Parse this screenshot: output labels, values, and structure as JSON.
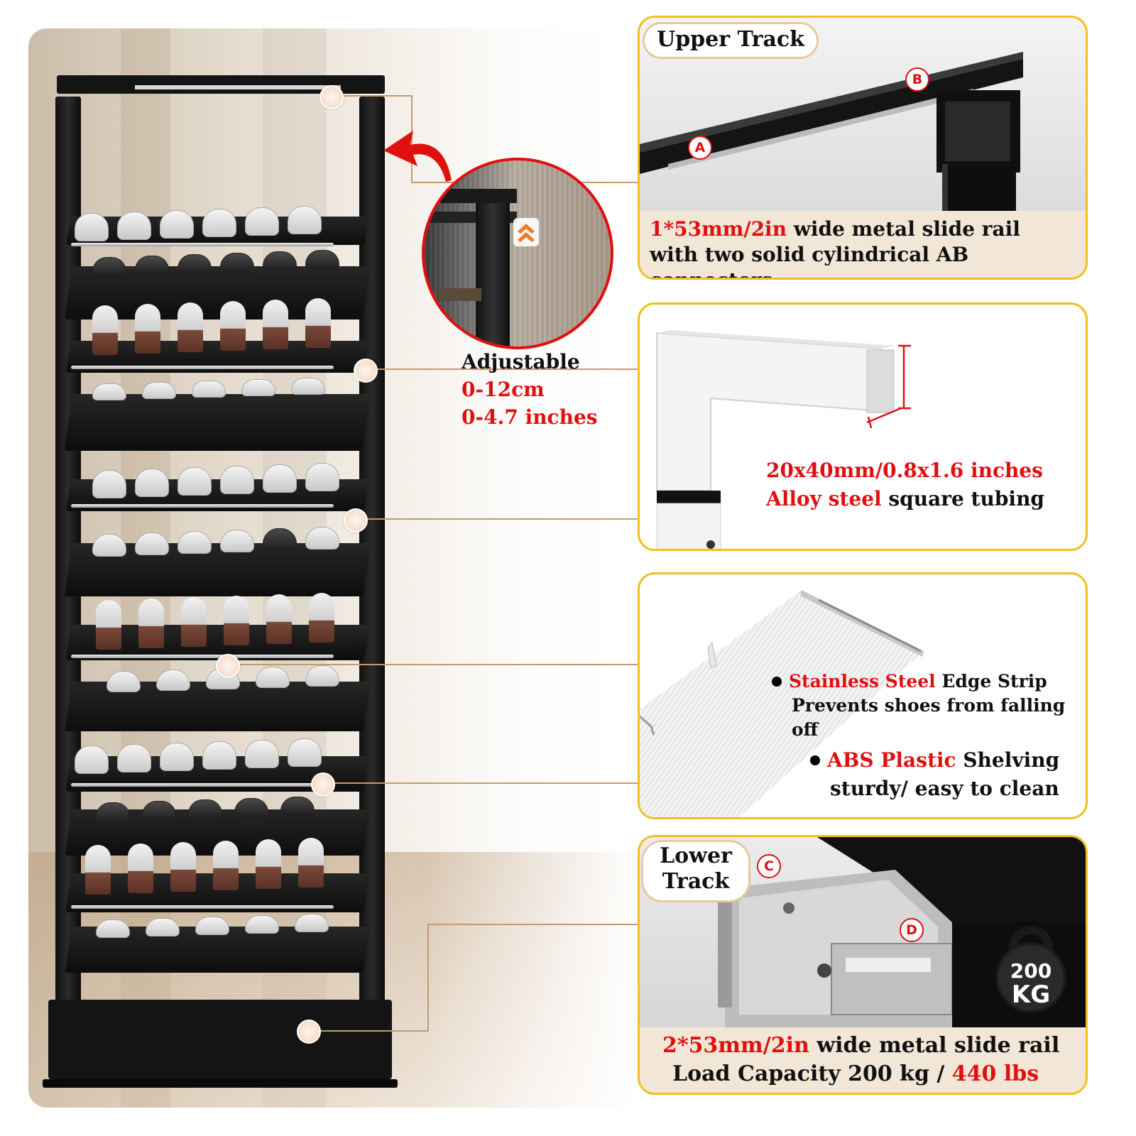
{
  "upper_track": {
    "label": "Upper Track",
    "marker_a": "A",
    "marker_b": "B",
    "caption_red": "1*53mm/2in",
    "caption_line1_rest": " wide metal slide rail",
    "caption_line2": "with two solid cylindrical AB connectors"
  },
  "adjustable": {
    "label": "Adjustable",
    "range_cm": "0-12cm",
    "range_in": "0-4.7 inches"
  },
  "tubing": {
    "dimension": "20x40mm/0.8x1.6 inches",
    "material_red": "Alloy steel",
    "material_rest": " square tubing"
  },
  "shelf": {
    "point1_red": "Stainless Steel",
    "point1_rest": " Edge Strip",
    "point1_line2": "Prevents shoes from falling off",
    "point2_red": "ABS Plastic",
    "point2_rest": " Shelving",
    "point2_line2": "sturdy/ easy to clean"
  },
  "lower_track": {
    "label_line1": "Lower",
    "label_line2": "Track",
    "marker_c": "C",
    "marker_d": "D",
    "weight_value": "200",
    "weight_unit": "KG",
    "caption_red": "2*53mm/2in",
    "caption_line1_rest": " wide metal slide rail",
    "caption_line2_black": "Load Capacity 200 kg / ",
    "caption_line2_red": "440 lbs"
  },
  "colors": {
    "accent_red": "#e01010",
    "panel_border": "#f0c020",
    "leader": "#c49a6c"
  },
  "icons": [
    "chevron-up-icon",
    "curved-arrow-icon",
    "kettlebell-icon"
  ]
}
